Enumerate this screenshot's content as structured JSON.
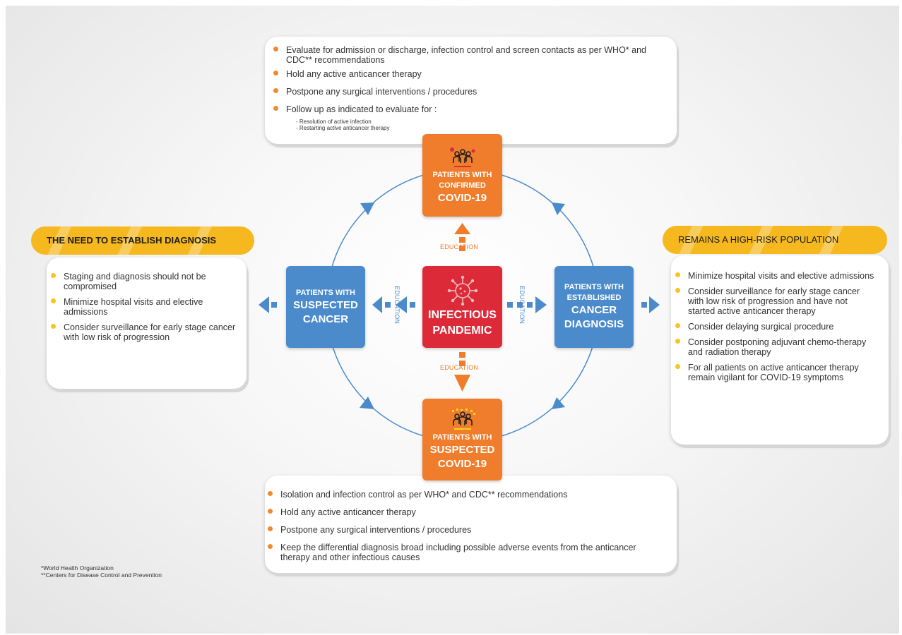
{
  "top_panel": {
    "items": [
      "Evaluate for admission or discharge, infection control and screen contacts as per WHO* and CDC** recommendations",
      "Hold any active anticancer therapy",
      "Postpone any surgical interventions / procedures",
      "Follow up as indicated to evaluate for :"
    ],
    "subitems": [
      "- Resolution of active infection",
      "- Restarting active anticancer therapy"
    ]
  },
  "left_panel": {
    "header": "THE NEED TO ESTABLISH DIAGNOSIS",
    "items": [
      "Staging and diagnosis should not be compromised",
      "Minimize hospital visits and elective admissions",
      "Consider surveillance for early stage cancer with low risk of progression"
    ]
  },
  "right_panel": {
    "header": "REMAINS A HIGH-RISK POPULATION",
    "items": [
      "Minimize hospital visits and elective admissions",
      "Consider surveillance for early stage cancer with low risk of progression and have not started active anticancer therapy",
      "Consider delaying surgical procedure",
      "Consider postponing adjuvant chemo-therapy and radiation therapy",
      "For all patients on active anticancer therapy remain vigilant for COVID-19 symptoms"
    ]
  },
  "bottom_panel": {
    "items": [
      "Isolation and infection control as per WHO* and CDC** recommendations",
      "Hold any active anticancer therapy",
      "Postpone any surgical interventions / procedures",
      "Keep the differential diagnosis broad including possible adverse events from the anticancer therapy and other infectious causes"
    ]
  },
  "boxes": {
    "top": {
      "line1": "PATIENTS WITH",
      "line2": "CONFIRMED",
      "line3": "COVID-19"
    },
    "left": {
      "line1": "PATIENTS WITH",
      "line2": "SUSPECTED",
      "line3": "CANCER"
    },
    "center": {
      "line1": "INFECTIOUS",
      "line2": "PANDEMIC"
    },
    "right": {
      "line1": "PATIENTS WITH",
      "line2": "ESTABLISHED",
      "line3": "CANCER",
      "line4": "DIAGNOSIS"
    },
    "bottom": {
      "line1": "PATIENTS WITH",
      "line2": "SUSPECTED",
      "line3": "COVID-19"
    }
  },
  "education_label": "EDUCATION",
  "footnotes": [
    "*World Health Organization",
    "**Centers for Disease Control and Prevention"
  ],
  "colors": {
    "orange": "#ef7d2c",
    "blue": "#4b8bcc",
    "red": "#dd2a39",
    "yellow": "#f6b81f"
  },
  "icons": [
    "group-icon",
    "group-icon",
    "virus-icon",
    "left-arrow-icon",
    "right-arrow-icon"
  ]
}
